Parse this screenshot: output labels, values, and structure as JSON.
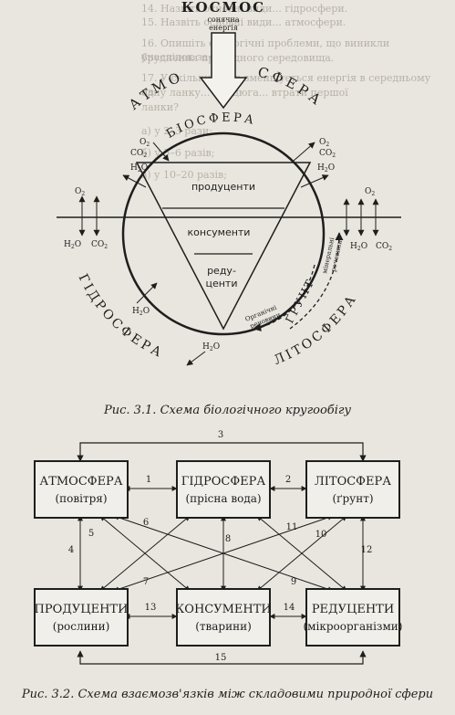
{
  "background_text": {
    "lines": [
      "14. Назвіть основні види... гідросфери.",
      "15. Назвіть основні види... атмосфери.",
      "16. Опишіть екологічні проблеми, що виникли унаслідок за-",
      "бруднення природного середовища.",
      "17. У скільки разів зменшується енергія в середньому на",
      "одну ланку... ланцюга... втрати першої",
      "ланки?",
      "а) у 2–3 рази;",
      "б) у 5–6 разів;",
      "в) у 10–20 разів;"
    ]
  },
  "fig1": {
    "cosmos": "КОСМОС",
    "solar_energy_1": "сонячна",
    "solar_energy_2": "енергія",
    "atmosphere_1": "АТМО",
    "atmosphere_2": "СФЕРА",
    "biosphere": "БІОСФЕРА",
    "hydrosphere": "ГІДРОСФЕРА",
    "lithosphere": "ЛІТОСФЕРА",
    "soil": "ҐРУНТ",
    "producers": "продуценти",
    "consumers": "консументи",
    "reducers_1": "реду-",
    "reducers_2": "центи",
    "mineral_1": "мінеральні",
    "mineral_2": "речовини",
    "organic_1": "Органічні",
    "organic_2": "речовини",
    "left_o2": "O",
    "left_co2": "CO",
    "left_h2o": "H",
    "right_o2": "O",
    "right_co2": "CO",
    "right_h2o": "H",
    "mid_o2": "O",
    "mid_co2": "CO",
    "mid_h2o": "H",
    "far_right_o2": "O",
    "far_right_h2o": "H",
    "far_right_co2": "CO",
    "bottom_h2o_a": "H",
    "bottom_h2o_b": "H",
    "sub2": "2",
    "o_suffix": "O",
    "caption": "Рис. 3.1. Схема біологічного кругообігу"
  },
  "fig2": {
    "boxes": [
      {
        "title": "АТМОСФЕРА",
        "subtitle": "(повітря)"
      },
      {
        "title": "ГІДРОСФЕРА",
        "subtitle": "(прісна вода)"
      },
      {
        "title": "ЛІТОСФЕРА",
        "subtitle": "(ґрунт)"
      },
      {
        "title": "ПРОДУЦЕНТИ",
        "subtitle": "(рослини)"
      },
      {
        "title": "КОНСУМЕНТИ",
        "subtitle": "(тварини)"
      },
      {
        "title": "РЕДУЦЕНТИ",
        "subtitle": "(мікроорганізми)"
      }
    ],
    "links": [
      "1",
      "2",
      "3",
      "4",
      "5",
      "6",
      "7",
      "8",
      "9",
      "10",
      "11",
      "12",
      "13",
      "14",
      "15"
    ],
    "caption": "Рис. 3.2. Схема взаємозв'язків між складовими природної сфери"
  }
}
